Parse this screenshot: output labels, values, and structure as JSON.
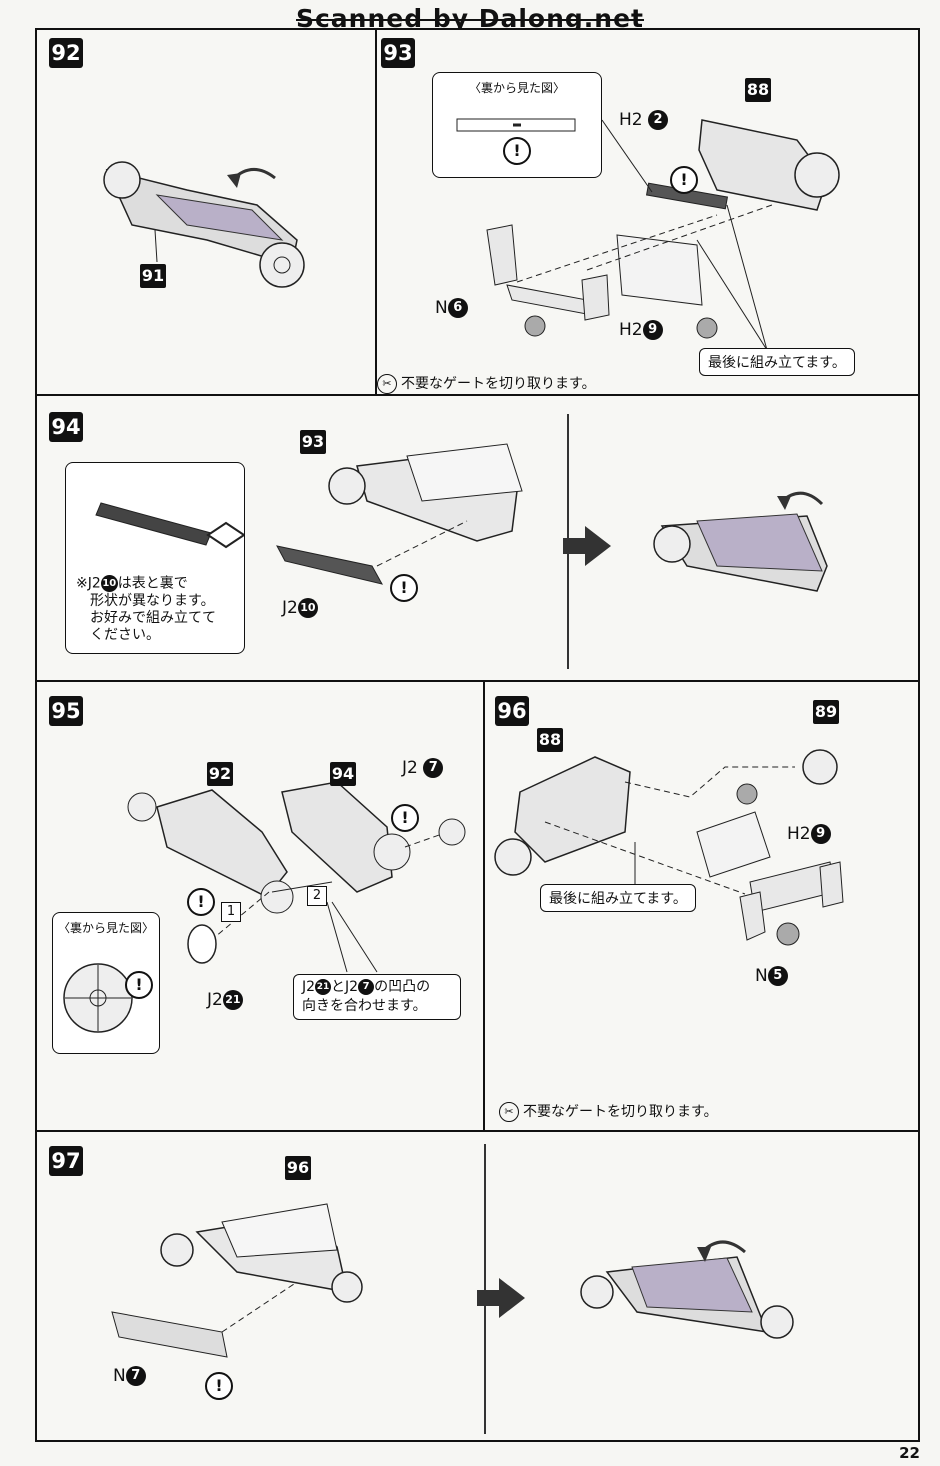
{
  "header": {
    "scan_credit": "Scanned by Dalong.net"
  },
  "page_number": "22",
  "steps": {
    "s92": {
      "num": "92",
      "part": "91"
    },
    "s93": {
      "num": "93",
      "part": "88",
      "inset_caption": "〈裏から見た図〉",
      "h2_2": "H2",
      "n6": "N",
      "h2_9": "H2",
      "assemble_last": "最後に組み立てます。",
      "gate_note": "不要なゲートを切り取ります。"
    },
    "s94": {
      "num": "94",
      "part": "93",
      "j2_10": "J2",
      "note_lines": [
        "※J2",
        "は表と裏で",
        "形状が異なります。",
        "お好みで組み立てて",
        "ください。"
      ]
    },
    "s95": {
      "num": "95",
      "part_a": "92",
      "part_b": "94",
      "j2_7": "J2",
      "j2_21": "J2",
      "inset_caption": "〈裏から見た図〉",
      "seq1": "1",
      "seq2": "2",
      "align_note_a": "J2",
      "align_note_b": "とJ2",
      "align_note_c": "の凹凸の",
      "align_note_d": "向きを合わせます。"
    },
    "s96": {
      "num": "96",
      "part_a": "88",
      "part_b": "89",
      "h2_9": "H2",
      "n5": "N",
      "assemble_last": "最後に組み立てます。",
      "gate_note": "不要なゲートを切り取ります。"
    },
    "s97": {
      "num": "97",
      "part": "96",
      "n7": "N"
    }
  },
  "circled": {
    "c2": "2",
    "c6": "6",
    "c9": "9",
    "c10": "10",
    "c7": "7",
    "c21": "21",
    "c5": "5"
  },
  "warn_symbol": "!"
}
